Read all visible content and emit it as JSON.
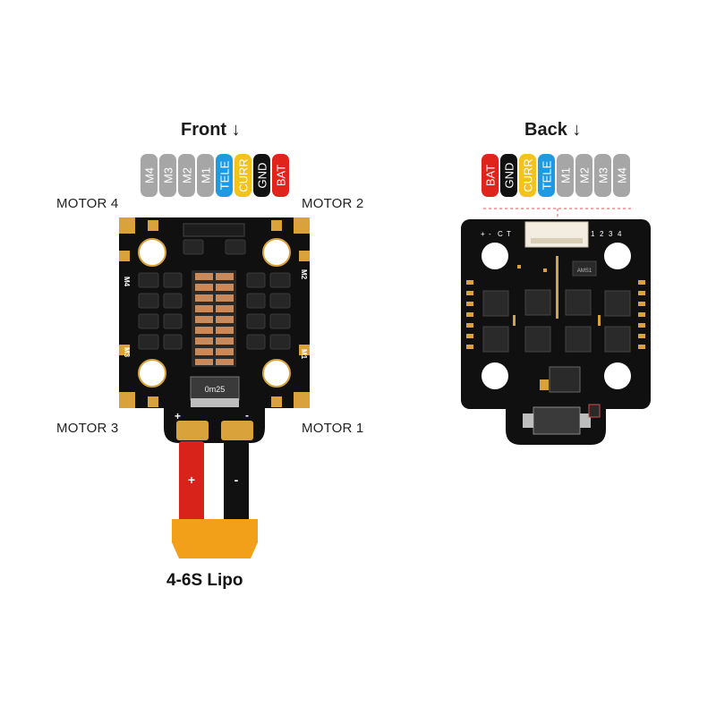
{
  "front": {
    "title": "Front",
    "arrow": "↓",
    "pins": [
      {
        "label": "M4",
        "color": "#a6a6a6",
        "text_color": "#ffffff"
      },
      {
        "label": "M3",
        "color": "#a6a6a6",
        "text_color": "#ffffff"
      },
      {
        "label": "M2",
        "color": "#a6a6a6",
        "text_color": "#ffffff"
      },
      {
        "label": "M1",
        "color": "#a6a6a6",
        "text_color": "#ffffff"
      },
      {
        "label": "TELE",
        "color": "#1e9be0",
        "text_color": "#ffffff"
      },
      {
        "label": "CURR",
        "color": "#f3c21b",
        "text_color": "#ffffff"
      },
      {
        "label": "GND",
        "color": "#111111",
        "text_color": "#ffffff"
      },
      {
        "label": "BAT",
        "color": "#e0241c",
        "text_color": "#ffffff"
      }
    ],
    "board_pads": {
      "left_top": "M4",
      "right_top": "M2",
      "left_bottom": "M3",
      "right_bottom": "M1",
      "plus": "+",
      "minus": "-"
    },
    "chip_label": "0m25",
    "motor_labels": {
      "top_left": "MOTOR 4",
      "top_right": "MOTOR 2",
      "bottom_left": "MOTOR 3",
      "bottom_right": "MOTOR 1"
    },
    "battery": {
      "plus": "+",
      "minus": "-",
      "label": "4-6S Lipo",
      "connector_color": "#f2a01a"
    }
  },
  "back": {
    "title": "Back",
    "arrow": "↓",
    "pins": [
      {
        "label": "BAT",
        "color": "#e0241c",
        "text_color": "#ffffff"
      },
      {
        "label": "GND",
        "color": "#111111",
        "text_color": "#ffffff"
      },
      {
        "label": "CURR",
        "color": "#f3c21b",
        "text_color": "#ffffff"
      },
      {
        "label": "TELE",
        "color": "#1e9be0",
        "text_color": "#ffffff"
      },
      {
        "label": "M1",
        "color": "#a6a6a6",
        "text_color": "#ffffff"
      },
      {
        "label": "M2",
        "color": "#a6a6a6",
        "text_color": "#ffffff"
      },
      {
        "label": "M3",
        "color": "#a6a6a6",
        "text_color": "#ffffff"
      },
      {
        "label": "M4",
        "color": "#a6a6a6",
        "text_color": "#ffffff"
      }
    ],
    "board_silkscreen": [
      "+",
      "-",
      "C",
      "T",
      "1",
      "2",
      "3",
      "4"
    ],
    "chip_label": "AMS1"
  },
  "colors": {
    "pcb": "#101010",
    "gold": "#d9a23a",
    "wire_red": "#d8231b",
    "wire_black": "#111111"
  }
}
